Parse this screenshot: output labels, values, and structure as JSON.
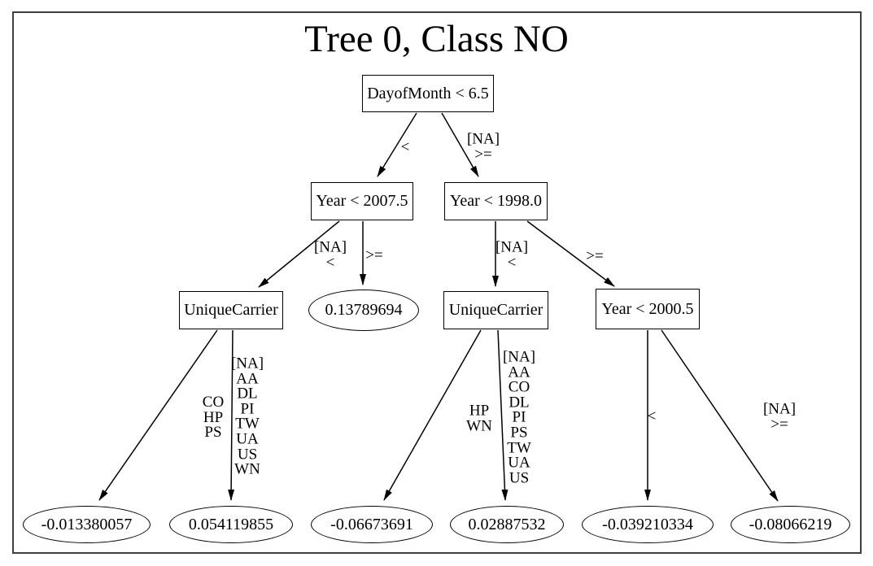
{
  "title": "Tree 0, Class NO",
  "tree": {
    "decision_nodes": [
      {
        "id": "root",
        "label": "DayofMonth < 6.5"
      },
      {
        "id": "year-2007-5",
        "label": "Year < 2007.5"
      },
      {
        "id": "year-1998-0",
        "label": "Year < 1998.0"
      },
      {
        "id": "carrier-left",
        "label": "UniqueCarrier"
      },
      {
        "id": "carrier-right",
        "label": "UniqueCarrier"
      },
      {
        "id": "year-2000-5",
        "label": "Year < 2000.5"
      }
    ],
    "leaf_nodes": [
      {
        "id": "leaf-a",
        "value": "0.13789694"
      },
      {
        "id": "leaf-b",
        "value": "-0.013380057"
      },
      {
        "id": "leaf-c",
        "value": "0.054119855"
      },
      {
        "id": "leaf-d",
        "value": "-0.06673691"
      },
      {
        "id": "leaf-e",
        "value": "0.02887532"
      },
      {
        "id": "leaf-f",
        "value": "-0.039210334"
      },
      {
        "id": "leaf-g",
        "value": "-0.08066219"
      }
    ],
    "edge_labels": [
      {
        "from": "root",
        "to": "year-2007-5",
        "label": "<"
      },
      {
        "from": "root",
        "to": "year-1998-0",
        "label": "[NA]\n>="
      },
      {
        "from": "year-2007-5",
        "to": "carrier-left",
        "label": "[NA]\n<"
      },
      {
        "from": "year-2007-5",
        "to": "leaf-a",
        "label": ">="
      },
      {
        "from": "year-1998-0",
        "to": "carrier-right",
        "label": "[NA]\n<"
      },
      {
        "from": "year-1998-0",
        "to": "year-2000-5",
        "label": ">="
      },
      {
        "from": "carrier-left",
        "to": "leaf-b",
        "label": "CO\nHP\nPS"
      },
      {
        "from": "carrier-left",
        "to": "leaf-c",
        "label": "[NA]\nAA\nDL\nPI\nTW\nUA\nUS\nWN"
      },
      {
        "from": "carrier-right",
        "to": "leaf-d",
        "label": "HP\nWN"
      },
      {
        "from": "carrier-right",
        "to": "leaf-e",
        "label": "[NA]\nAA\nCO\nDL\nPI\nPS\nTW\nUA\nUS"
      },
      {
        "from": "year-2000-5",
        "to": "leaf-f",
        "label": "<"
      },
      {
        "from": "year-2000-5",
        "to": "leaf-g",
        "label": "[NA]\n>="
      }
    ]
  }
}
